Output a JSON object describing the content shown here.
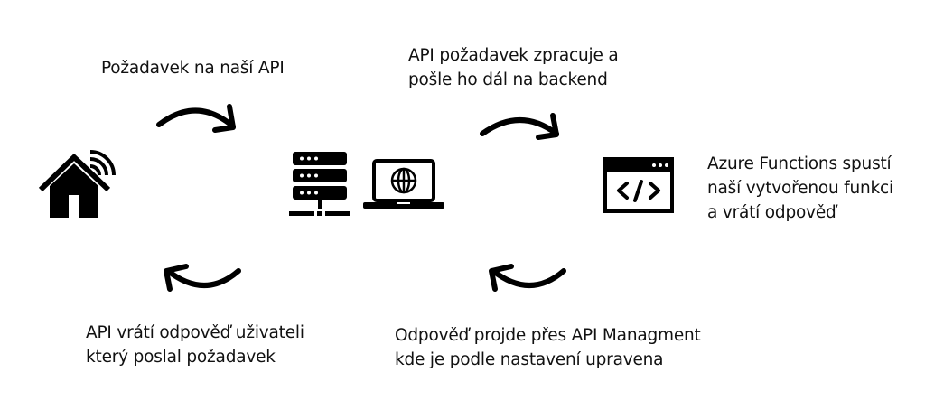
{
  "diagram": {
    "type": "cycle-flow",
    "icons": {
      "home": "smart-home-wifi-icon",
      "server": "server-rack-icon",
      "laptop": "laptop-globe-icon",
      "function": "code-window-icon"
    },
    "steps": [
      {
        "id": "request",
        "lines": [
          "Požadavek na naší API"
        ]
      },
      {
        "id": "process",
        "lines": [
          "API požadavek zpracuje a",
          "pošle ho dál na backend"
        ]
      },
      {
        "id": "function",
        "lines": [
          "Azure Functions spustí",
          "naší vytvořenou funkci",
          "a vrátí odpověď"
        ]
      },
      {
        "id": "management",
        "lines": [
          "Odpověď projde přes API Managment",
          "kde je podle nastavení upravena"
        ]
      },
      {
        "id": "return",
        "lines": [
          "API vrátí odpověď uživateli",
          "který poslal požadavek"
        ]
      }
    ],
    "arrows": [
      {
        "id": "arrow-home-to-api",
        "direction": "right"
      },
      {
        "id": "arrow-api-to-function",
        "direction": "right"
      },
      {
        "id": "arrow-function-to-api",
        "direction": "left"
      },
      {
        "id": "arrow-api-to-home",
        "direction": "left"
      }
    ],
    "colors": {
      "ink": "#000000",
      "text": "#111111",
      "background": "#ffffff"
    }
  }
}
